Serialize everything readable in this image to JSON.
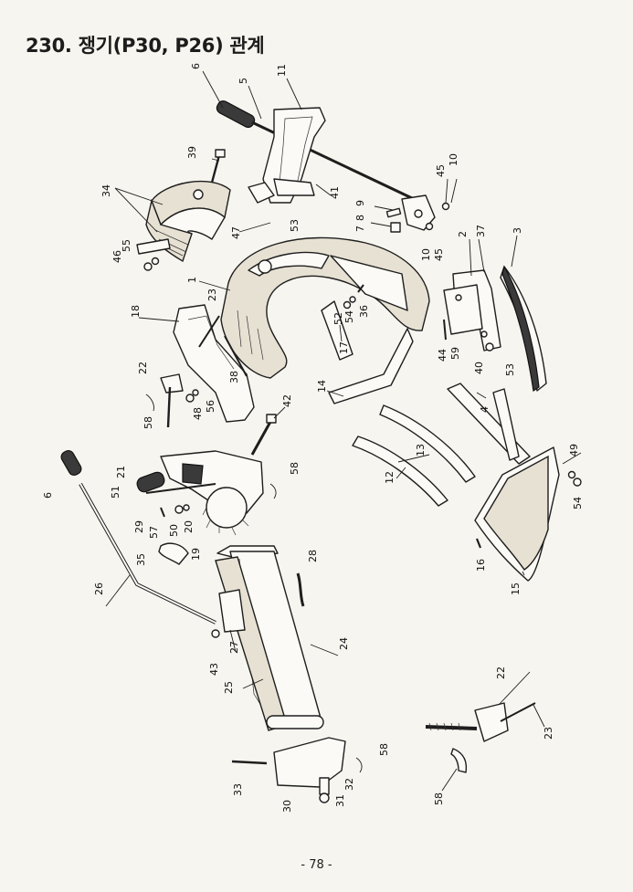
{
  "title": "230. 쟁기(P30, P26) 관계",
  "page_number": "- 78 -",
  "callouts": {
    "c1": "1",
    "c2": "2",
    "c3": "3",
    "c4": "4",
    "c5": "5",
    "c6a": "6",
    "c6b": "6",
    "c7": "7",
    "c8": "8",
    "c9": "9",
    "c10a": "10",
    "c10b": "10",
    "c11": "11",
    "c12": "12",
    "c13": "13",
    "c14": "14",
    "c15": "15",
    "c16": "16",
    "c17": "17",
    "c18": "18",
    "c19": "19",
    "c20": "20",
    "c21": "21",
    "c22a": "22",
    "c22b": "22",
    "c23a": "23",
    "c23b": "23",
    "c24": "24",
    "c25": "25",
    "c26": "26",
    "c27": "27",
    "c28": "28",
    "c29": "29",
    "c30": "30",
    "c31": "31",
    "c32": "32",
    "c33": "33",
    "c34": "34",
    "c35": "35",
    "c36": "36",
    "c37": "37",
    "c38": "38",
    "c39": "39",
    "c40": "40",
    "c41": "41",
    "c42": "42",
    "c43": "43",
    "c44": "44",
    "c45a": "45",
    "c45b": "45",
    "c46": "46",
    "c47": "47",
    "c48": "48",
    "c49": "49",
    "c50": "50",
    "c51": "51",
    "c52": "52",
    "c53a": "53",
    "c53b": "53",
    "c54a": "54",
    "c54b": "54",
    "c55": "55",
    "c56": "56",
    "c57": "57",
    "c58a": "58",
    "c58b": "58",
    "c58c": "58",
    "c58d": "58",
    "c59": "59"
  }
}
